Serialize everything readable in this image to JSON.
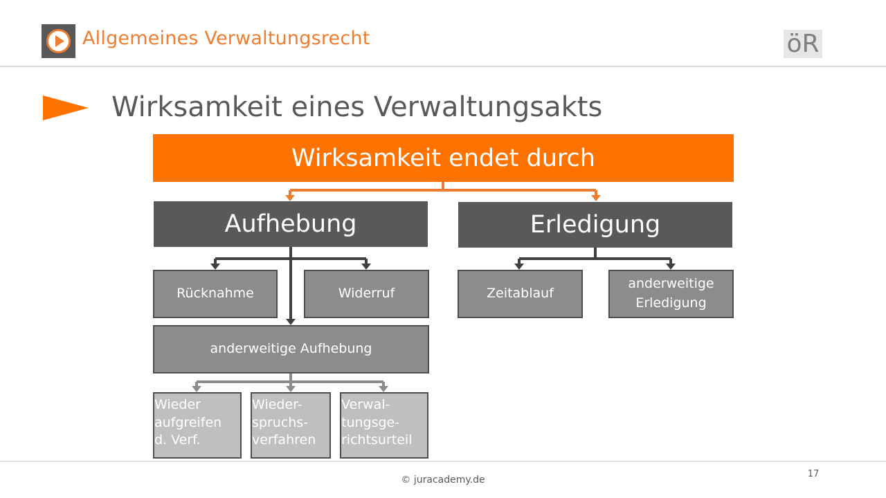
{
  "header": {
    "course_title": "Allgemeines Verwaltungsrecht",
    "badge": "öR",
    "logo_icon": "play-icon"
  },
  "slide": {
    "title": "Wirksamkeit eines Verwaltungsakts",
    "bullet_icon": "arrow-bullet-icon"
  },
  "diagram": {
    "root": "Wirksamkeit endet durch",
    "aufhebung": {
      "label": "Aufhebung",
      "ruecknahme": "Rücknahme",
      "widerruf": "Widerruf",
      "anderweitig": "anderweitige Aufhebung",
      "sub": {
        "wiederaufgreifen": [
          "Wieder",
          "aufgreifen",
          "d. Verf."
        ],
        "widerspruch": [
          "Wieder-",
          "spruchs-",
          "verfahren"
        ],
        "urteil": [
          "Verwal-",
          "tungsge-",
          "richtsurteil"
        ]
      }
    },
    "erledigung": {
      "label": "Erledigung",
      "zeitablauf": "Zeitablauf",
      "anderweitig": [
        "anderweitige",
        "Erledigung"
      ]
    }
  },
  "colors": {
    "accent": "#fe7200",
    "dark": "#595959",
    "mid": "#8c8c8c",
    "light": "#bfbfbf"
  },
  "footer": {
    "copyright": "© juracademy.de",
    "page_number": "17"
  }
}
